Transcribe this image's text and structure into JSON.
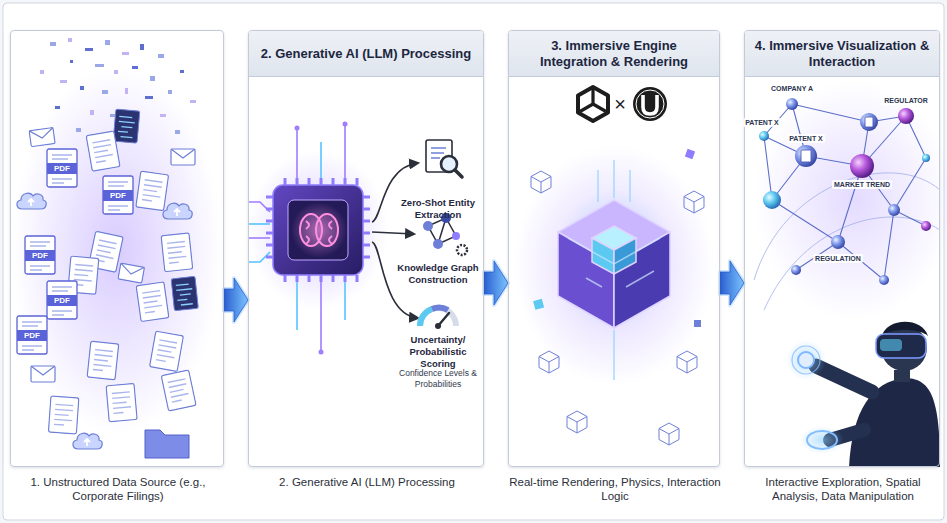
{
  "diagram": {
    "nodes": [
      {
        "text": [
          "1. Unstructured Data Source (e.g., Corporate Filings)"
        ]
      },
      {
        "text": [
          "2. Generative AI (LLM) Processing",
          "2. Generative AI (LLM) Processing"
        ]
      },
      {
        "text": [
          "3. Immersive Engine Integration & Rendering",
          "Real-time Rendering, Physics, Interaction Logic"
        ]
      },
      {
        "text": [
          "4. Immersive Visualization & Interaction",
          "Interactive Exploration, Spatial Analysis, Data Manipulation"
        ]
      }
    ],
    "edges": [
      {
        "from": 0,
        "to": 1,
        "arrow": "to"
      },
      {
        "from": 1,
        "to": 2,
        "arrow": "to"
      },
      {
        "from": 2,
        "to": 3,
        "arrow": "to"
      }
    ],
    "labels": [
      "Zero-Shot Entity Extraction",
      "Knowledge Graph Construction",
      "Uncertainty/ Probabilistic Scoring",
      "Confidence Levels & Probabilities",
      "×",
      "COMPANY A",
      "PATENT X",
      "PATENT X",
      "REGULATOR",
      "MARKET TREND",
      "REGULATION",
      "PDF",
      "PDF",
      "PDF",
      "PDF",
      "PDF"
    ]
  }
}
